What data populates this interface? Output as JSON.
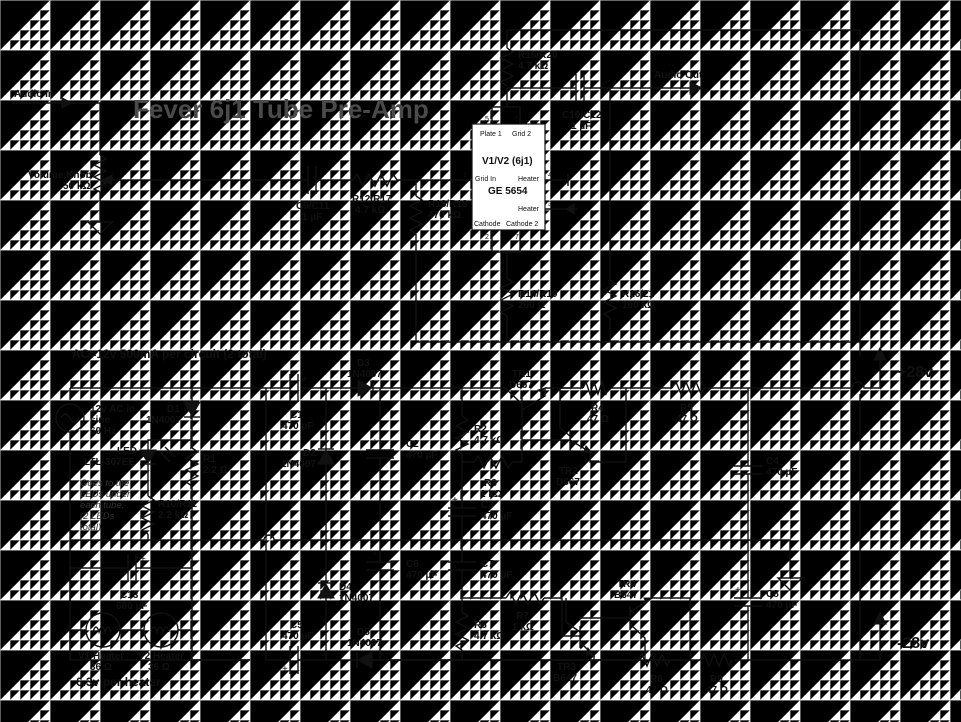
{
  "title": "Fever 6j1 Tube Pre-Amp",
  "power_note": "AC=12v 500mA per circuit (2 total)",
  "heater_note": "6.3v per heater",
  "led_note": [
    "Goes to the",
    "LEDs under",
    "each tube.",
    "(2 LEDs",
    "total)"
  ],
  "signals": {
    "audio_in": "Audio In",
    "audio_out": "Audio Out",
    "plus_rail": "+28v",
    "minus_rail": "-28v"
  },
  "tube": {
    "name": "V1/V2 (6j1)",
    "part": "GE 5654",
    "pins": {
      "plate1": "Plate 1",
      "grid2": "Grid 2",
      "grid_in": "Grid In",
      "heater_a": "Heater",
      "heater_b": "Heater",
      "cathode": "Cathode",
      "cathode2": "Cathode 2",
      "n5": "5",
      "n6": "6",
      "n1": "1",
      "n4": "4",
      "n3": "3",
      "n2": "2",
      "n7": "7"
    }
  },
  "components": {
    "vol": {
      "name": "Volume Knob",
      "value": "50 kΩ"
    },
    "c9": {
      "name": "C9/C11",
      "value": "1 µF"
    },
    "r12": {
      "name": "R12/R17",
      "value": "4.7 kΩ"
    },
    "r13": {
      "name": "R13/R18",
      "value": "470 kΩ"
    },
    "r15": {
      "name": "R15/R20",
      "value": "4.7 kΩ"
    },
    "c10": {
      "name": "C10/C12",
      "value": "1 µF"
    },
    "r14": {
      "name": "R14/R19",
      "value": "200 Ω"
    },
    "r16": {
      "name": "R16/21",
      "value": "100 kΩ"
    },
    "ac": {
      "name": "12v AC in",
      "line2": "sine",
      "value": "60 Hz"
    },
    "d1": {
      "name": "D1",
      "value": "1N4007"
    },
    "led": {
      "name": "LED",
      "value": "LTL-307EE"
    },
    "r1": {
      "name": "R1",
      "value": "2.2 Ω"
    },
    "r10": {
      "name": "R10/R11",
      "value": "2.2 kΩ"
    },
    "c13": {
      "name": "C13",
      "value": "680 µF"
    },
    "v1h": {
      "name": "V1 Heater",
      "value": "36 Ω"
    },
    "v2h": {
      "name": "V2 Heater",
      "value": "36 Ω"
    },
    "c1": {
      "name": "C1",
      "value": "470 µF"
    },
    "c5": {
      "name": "C5",
      "value": "470 µF"
    },
    "d2": {
      "name": "D2",
      "value": "1N4007"
    },
    "d3": {
      "name": "D3",
      "value": "1N4007"
    },
    "d4": {
      "name": "D4",
      "value": "1N4007"
    },
    "d5": {
      "name": "D5",
      "value": "1N4007"
    },
    "c2": {
      "name": "C2",
      "value": "470 µF"
    },
    "c6": {
      "name": "C6",
      "value": "470 µF"
    },
    "r2": {
      "name": "R2",
      "value": "4.7 kΩ"
    },
    "r3": {
      "name": "R3",
      "value": "1 kΩ"
    },
    "c3": {
      "name": "C3",
      "value": "470 µF"
    },
    "c7": {
      "name": "C7",
      "value": "470 µF"
    },
    "r6": {
      "name": "R6",
      "value": "4.7 kΩ"
    },
    "r7": {
      "name": "R7",
      "value": "1 kΩ"
    },
    "tr1": {
      "name": "TR1",
      "value": "D667"
    },
    "tr2": {
      "name": "TR2",
      "value": "D667"
    },
    "tr3": {
      "name": "TR3",
      "value": "B647"
    },
    "tr4": {
      "name": "TR4",
      "value": "B647"
    },
    "r4": {
      "name": "R4",
      "value": "47 Ω"
    },
    "r5": {
      "name": "R5",
      "value": "47 Ω"
    },
    "r8": {
      "name": "R8",
      "value": "47 Ω"
    },
    "r9": {
      "name": "R9",
      "value": "47 Ω"
    },
    "c4": {
      "name": "C4",
      "value": "470 µF"
    },
    "c8": {
      "name": "C8",
      "value": "470 µF"
    }
  }
}
